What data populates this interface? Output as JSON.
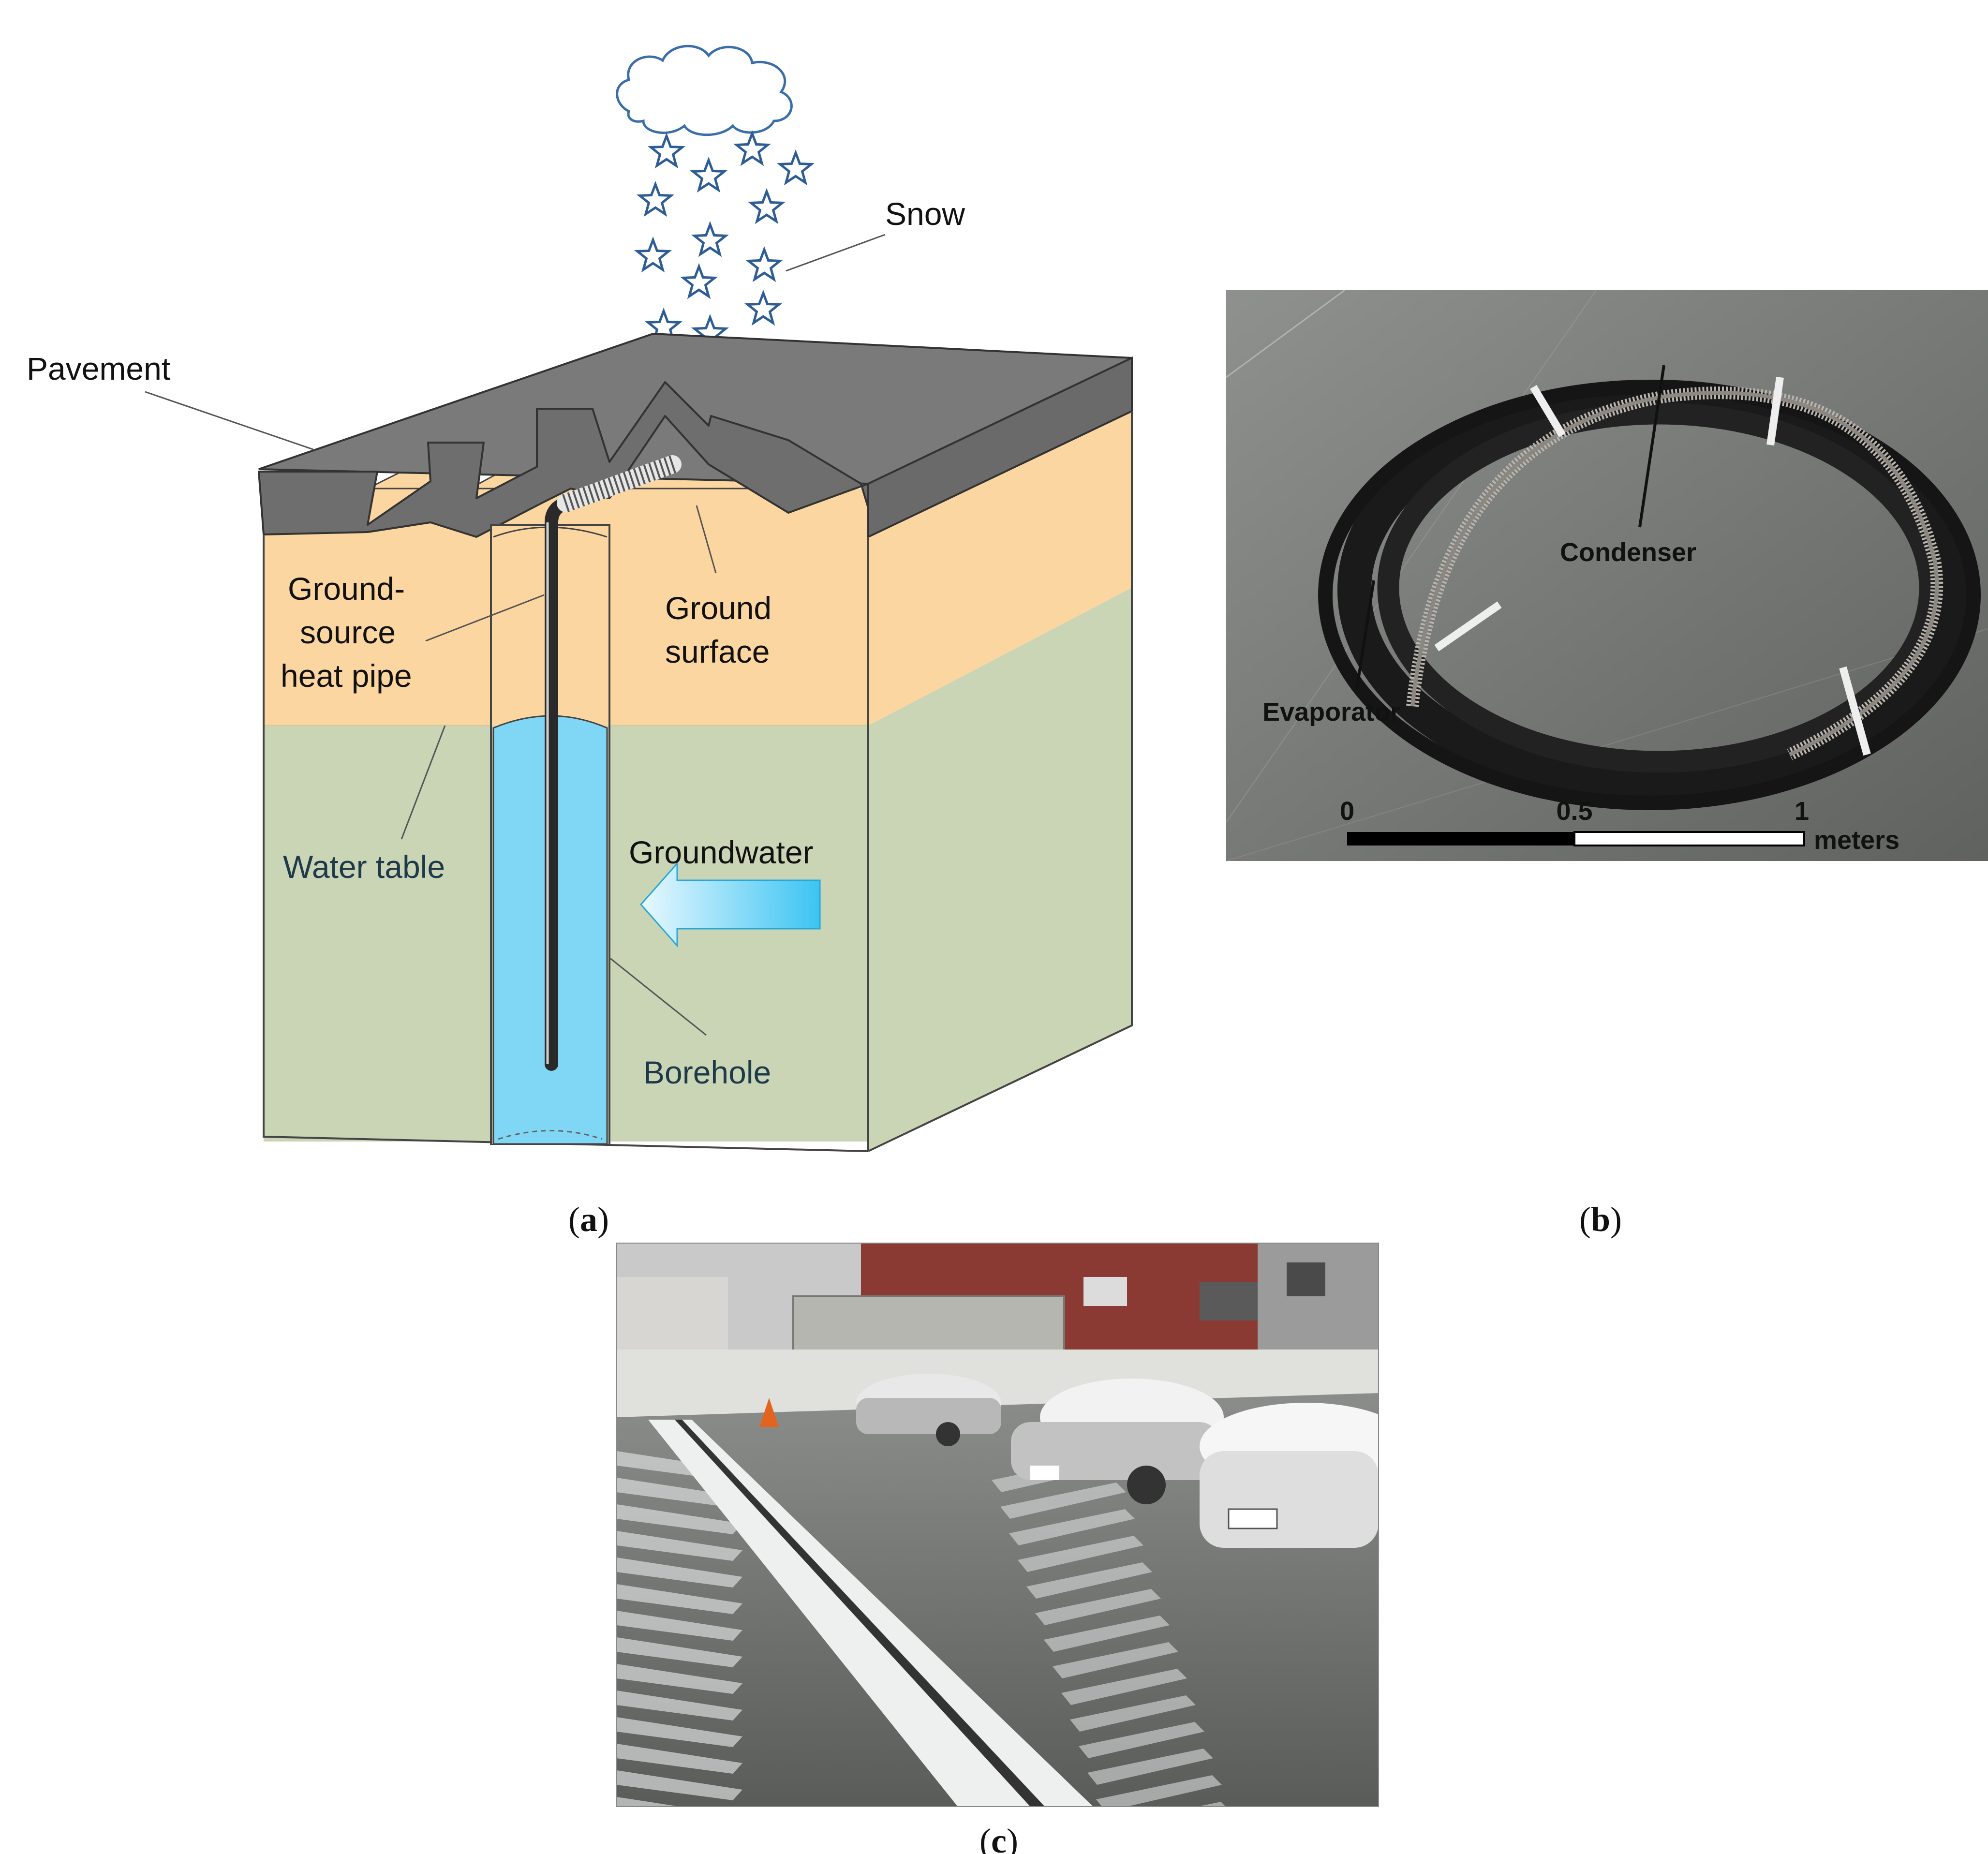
{
  "panel_a": {
    "labels": {
      "snow": "Snow",
      "pavement": "Pavement",
      "heat_pipe_line1": "Ground-",
      "heat_pipe_line2": "source",
      "heat_pipe_line3": "heat pipe",
      "ground_surface_line1": "Ground",
      "ground_surface_line2": "surface",
      "water_table": "Water table",
      "groundwater": "Groundwater",
      "borehole": "Borehole"
    },
    "caption_letter": "a"
  },
  "panel_b": {
    "labels": {
      "condenser": "Condenser",
      "evaporator": "Evaporator"
    },
    "scale": {
      "tick_0": "0",
      "tick_mid": "0.5",
      "tick_max": "1",
      "unit": "meters"
    },
    "caption_letter": "b"
  },
  "panel_c": {
    "caption_letter": "c"
  },
  "colors": {
    "pavement": "#7a7a7a",
    "soil_unsaturated": "#fcd6a0",
    "soil_saturated": "#c9d5b5",
    "borehole_water": "#7fd6f5",
    "arrow": "#4cc8f2"
  }
}
